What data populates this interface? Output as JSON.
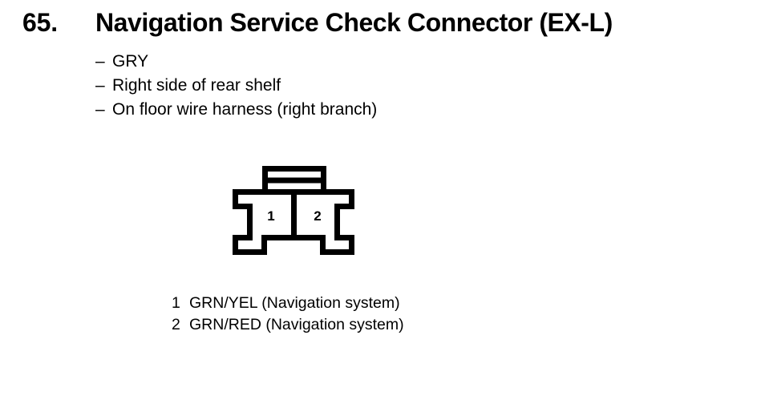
{
  "page": {
    "background_color": "#ffffff",
    "ink_color": "#000000"
  },
  "header": {
    "number": "65.",
    "title": "Navigation Service Check Connector (EX-L)"
  },
  "specs": {
    "bullet": "–",
    "items": [
      {
        "text": "GRY"
      },
      {
        "text": "Right side of rear shelf"
      },
      {
        "text": "On floor wire harness (right branch)"
      }
    ]
  },
  "connector": {
    "name": "2-pin connector outline",
    "cavity_labels": [
      "1",
      "2"
    ],
    "pin_count": 2
  },
  "legend": {
    "rows": [
      {
        "pin": "1",
        "description": "GRN/YEL (Navigation system)"
      },
      {
        "pin": "2",
        "description": "GRN/RED (Navigation system)"
      }
    ]
  }
}
